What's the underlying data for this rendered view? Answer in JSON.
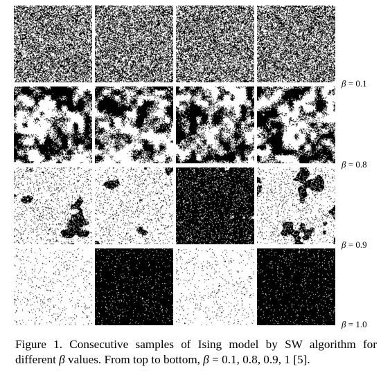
{
  "figure": {
    "rows": [
      {
        "beta_symbol": "β",
        "beta_value_text": " = 0.1",
        "samples": [
          "noise",
          "noise",
          "noise",
          "noise"
        ]
      },
      {
        "beta_symbol": "β",
        "beta_value_text": " = 0.8",
        "samples": [
          "blobs",
          "blobs",
          "blobs",
          "blobs"
        ]
      },
      {
        "beta_symbol": "β",
        "beta_value_text": " = 0.9",
        "samples": [
          "mostly-white",
          "mostly-white",
          "mostly-black",
          "mostly-white"
        ]
      },
      {
        "beta_symbol": "β",
        "beta_value_text": " = 1.0",
        "samples": [
          "white",
          "black",
          "white",
          "black"
        ]
      }
    ],
    "caption": {
      "part1": "Figure 1. Consecutive samples of Ising model by SW algorithm for different ",
      "beta": "β",
      "part2": " values. From top to bottom, ",
      "beta2": "β",
      "part3": " = 0.1, 0.8, 0.9, 1 [5]."
    },
    "colors": {
      "spin_up": "#ffffff",
      "spin_down": "#000000"
    }
  }
}
